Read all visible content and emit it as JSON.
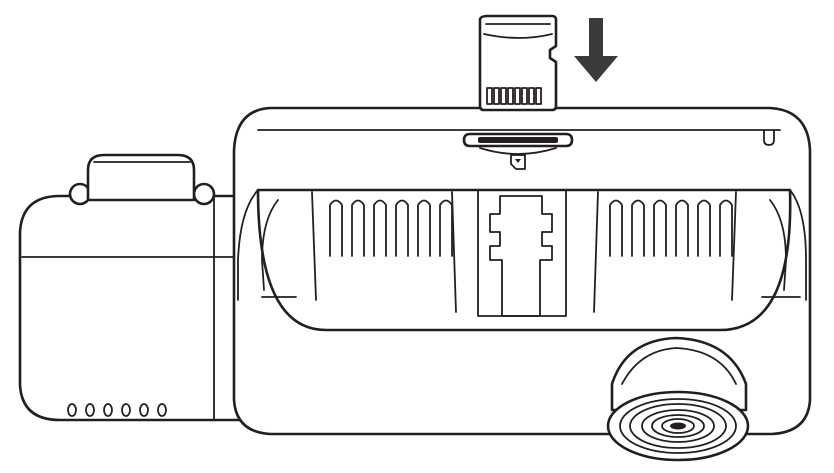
{
  "figure": {
    "description_free": true,
    "colors": {
      "line": "#231f20",
      "arrow": "#3d3a3b",
      "background": "#ffffff",
      "fill": "#ffffff"
    },
    "icons": {
      "card": "microsd-card-icon",
      "direction": "down-arrow-icon",
      "slot": "card-slot-icon",
      "slot_symbol": "sd-card-symbol-icon"
    },
    "vent_count_left": 6,
    "vent_count_right": 6,
    "side_vent_count": 6
  }
}
